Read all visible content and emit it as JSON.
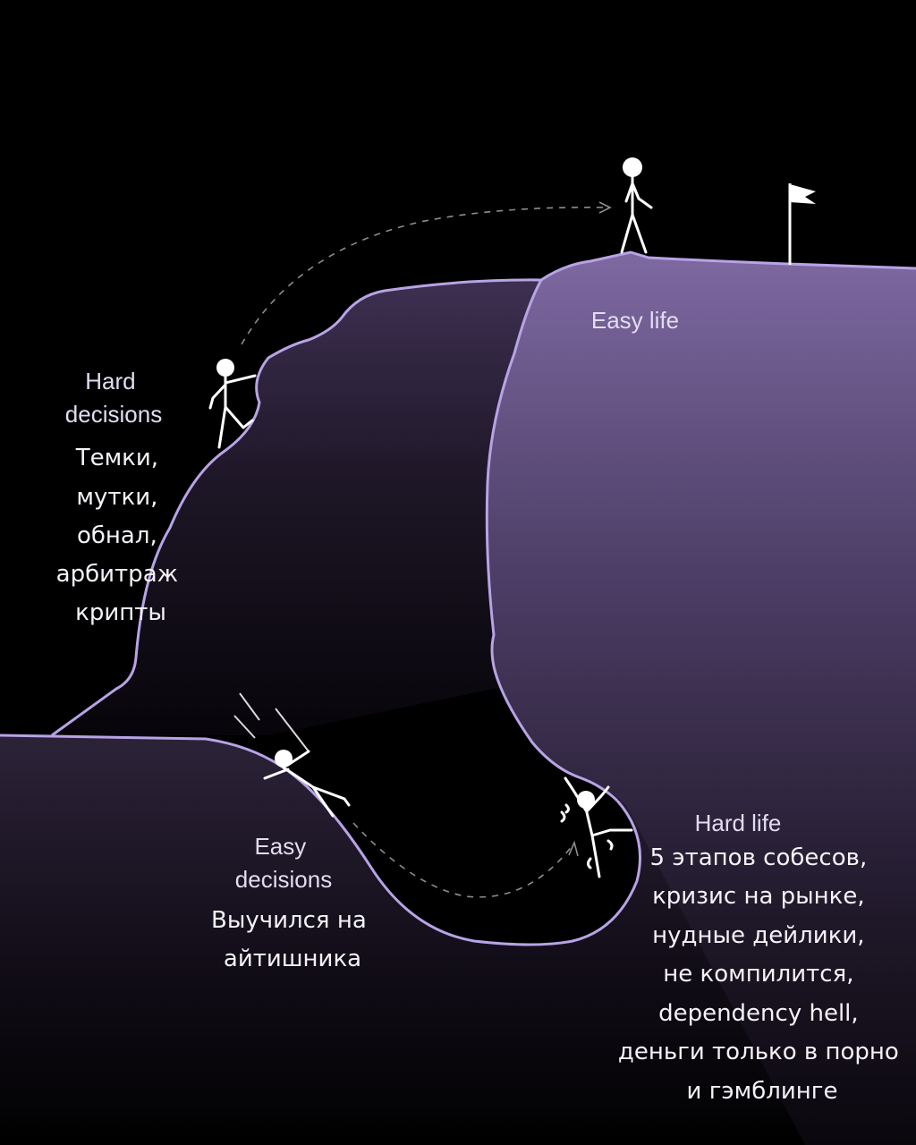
{
  "labels": {
    "easy_life": "Easy life",
    "hard_decisions": [
      "Hard",
      "decisions"
    ],
    "hard_decisions_caption": [
      "Темки,",
      "мутки,",
      "обнал,",
      "арбитраж",
      "крипты"
    ],
    "easy_decisions": [
      "Easy",
      "decisions"
    ],
    "easy_decisions_caption": [
      "Выучился на",
      "айтишника"
    ],
    "hard_life": "Hard life",
    "hard_life_caption": [
      "5 этапов собесов,",
      "кризис на рынке,",
      "нудные дейлики,",
      "не компилится,",
      "dependency hell,",
      "деньги только в порно",
      "и гэмблинге"
    ]
  },
  "colors": {
    "background": "#000000",
    "outline": "#b8a3e6",
    "fill_light": "#7d689f",
    "fill_dark": "#1a1424"
  }
}
